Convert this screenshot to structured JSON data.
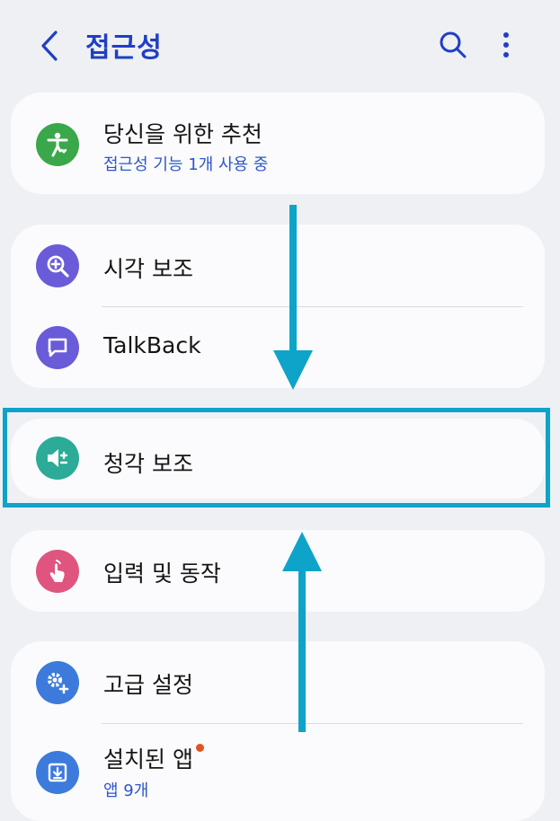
{
  "header": {
    "title": "접근성",
    "back_icon": "chevron-left-icon",
    "search_icon": "search-icon",
    "more_icon": "more-vertical-icon"
  },
  "cards": [
    {
      "items": [
        {
          "label": "당신을 위한 추천",
          "sublabel": "접근성 기능 1개 사용 중",
          "icon": "accessibility-person-icon",
          "icon_color": "#3aa84a"
        }
      ]
    },
    {
      "items": [
        {
          "label": "시각 보조",
          "icon": "magnifier-plus-icon",
          "icon_color": "#6a5bd8"
        },
        {
          "label": "TalkBack",
          "icon": "speech-bubble-icon",
          "icon_color": "#6a5bd8"
        }
      ]
    },
    {
      "items": [
        {
          "label": "청각 보조",
          "icon": "speaker-plus-minus-icon",
          "icon_color": "#2bab98"
        }
      ]
    },
    {
      "items": [
        {
          "label": "입력 및 동작",
          "icon": "touch-hand-icon",
          "icon_color": "#e0557f"
        }
      ]
    },
    {
      "items": [
        {
          "label": "고급 설정",
          "icon": "gears-plus-icon",
          "icon_color": "#3c7bdc"
        },
        {
          "label": "설치된 앱",
          "sublabel": "앱 9개",
          "icon": "download-box-icon",
          "icon_color": "#3c7bdc",
          "badge": "notification-dot"
        }
      ]
    }
  ],
  "annotation": {
    "highlight_color": "#0ea3c9",
    "arrows": [
      "down-arrow",
      "up-arrow"
    ]
  }
}
